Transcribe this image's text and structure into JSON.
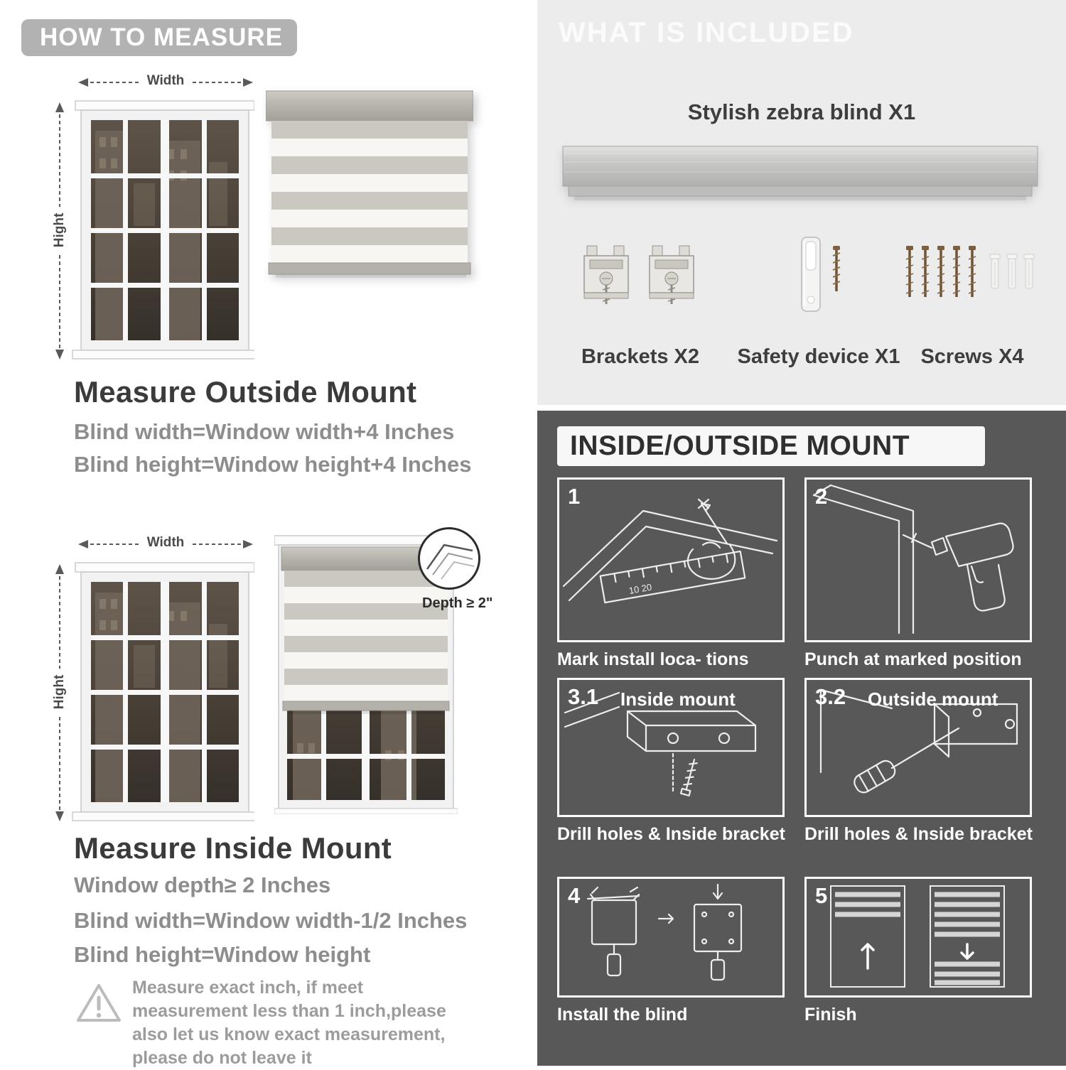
{
  "left": {
    "header": "HOW TO MEASURE",
    "width_label": "Width",
    "height_label": "Hight",
    "outside": {
      "heading": "Measure Outside Mount",
      "line1": "Blind width=Window width+4 Inches",
      "line2": "Blind height=Window height+4 Inches"
    },
    "inside": {
      "depth_callout": "Depth ≥ 2\"",
      "heading": "Measure Inside Mount",
      "line0": "Window depth≥ 2 Inches",
      "line1": "Blind width=Window width-1/2 Inches",
      "line2": "Blind height=Window height",
      "note": "Measure exact inch, if meet measurement less than 1 inch,please also let us know exact measurement, please do not leave it"
    }
  },
  "right": {
    "included": {
      "header": "WHAT IS INCLUDED",
      "blind_label": "Stylish zebra blind X1",
      "items": [
        {
          "label": "Brackets X2"
        },
        {
          "label": "Safety device X1"
        },
        {
          "label": "Screws X4"
        }
      ]
    },
    "mount": {
      "header": "INSIDE/OUTSIDE MOUNT",
      "ruler_marks": "10    20",
      "steps": [
        {
          "num": "1",
          "caption": "Mark install loca- tions"
        },
        {
          "num": "2",
          "caption": "Punch at  marked position"
        },
        {
          "num": "3.1",
          "title": "Inside mount",
          "caption": "Drill holes &  Inside bracket"
        },
        {
          "num": "3.2",
          "title": "Outside mount",
          "caption": "Drill holes &  Inside bracket"
        },
        {
          "num": "4",
          "caption": "Install the blind"
        },
        {
          "num": "5",
          "caption": "Finish"
        }
      ]
    }
  },
  "colors": {
    "accent_gray_pill": "#b2b2b2",
    "panel_light": "#ececec",
    "panel_dark": "#585858",
    "heading_dark": "#3b3b3b",
    "sub_gray": "#8d8d8d"
  }
}
